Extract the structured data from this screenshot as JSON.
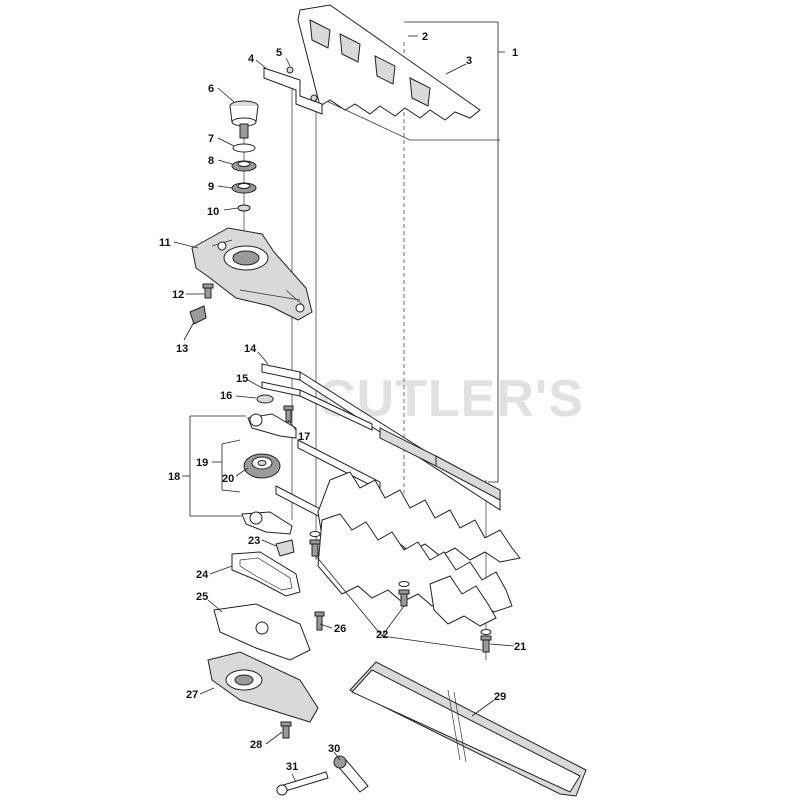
{
  "diagram": {
    "watermark_text": "CUTLER'S",
    "callouts": [
      "1",
      "2",
      "3",
      "4",
      "5",
      "6",
      "7",
      "8",
      "9",
      "10",
      "11",
      "12",
      "13",
      "14",
      "15",
      "16",
      "17",
      "18",
      "19",
      "20",
      "21",
      "22",
      "23",
      "24",
      "25",
      "26",
      "27",
      "28",
      "29",
      "30",
      "31"
    ]
  }
}
